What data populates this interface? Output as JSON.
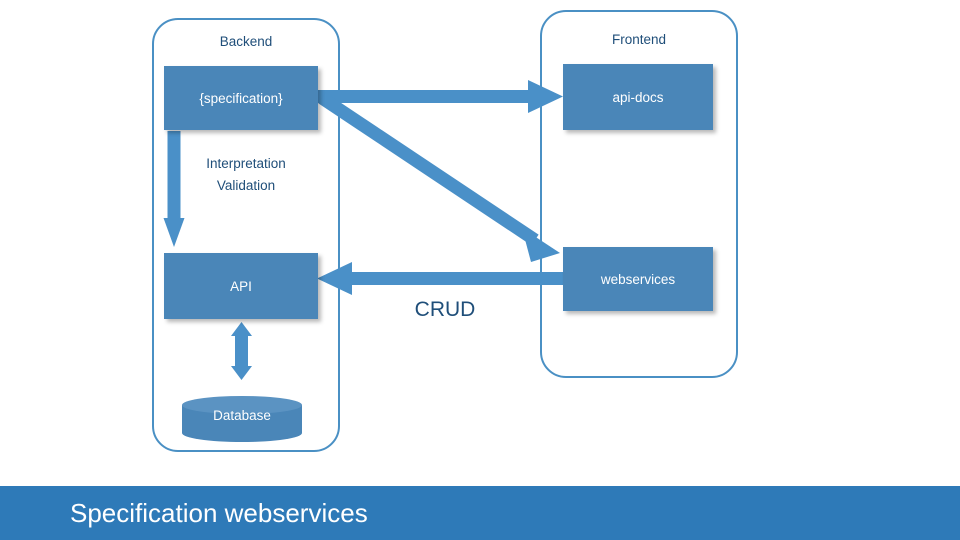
{
  "slide": {
    "footer_title": "Specification webservices"
  },
  "diagram": {
    "panels": [
      {
        "name": "backend",
        "label": "Backend"
      },
      {
        "name": "frontend",
        "label": "Frontend"
      }
    ],
    "boxes": [
      {
        "name": "specification",
        "label": "{specification}"
      },
      {
        "name": "api",
        "label": "API"
      },
      {
        "name": "api-docs",
        "label": "api-docs"
      },
      {
        "name": "webservices",
        "label": "webservices"
      },
      {
        "name": "database",
        "label": "Database"
      }
    ],
    "annotations": [
      {
        "name": "interpretation-validation",
        "label": "Interpretation\nValidation"
      },
      {
        "name": "crud",
        "label": "CRUD"
      }
    ],
    "colors": {
      "box_fill": "#4a86b8",
      "arrow": "#4a90c8",
      "outline": "#4a90c4",
      "text_dark": "#1f4e79",
      "footer_bar": "#2e7ab8"
    }
  }
}
